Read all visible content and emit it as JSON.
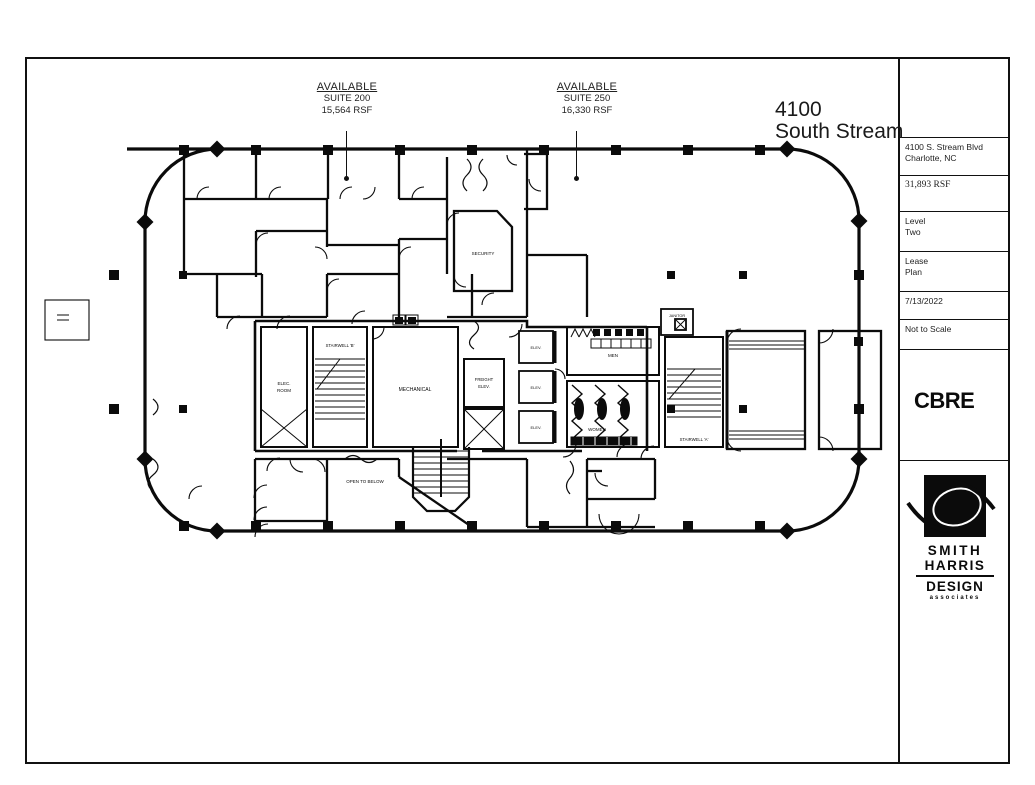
{
  "sheet": {
    "project_name_line1": "4100",
    "project_name_line2": "South Stream",
    "address_line1": "4100 S. Stream Blvd",
    "address_line2": "Charlotte, NC",
    "total_rsf": "31,893 RSF",
    "level_line1": "Level",
    "level_line2": "Two",
    "plan_type_line1": "Lease",
    "plan_type_line2": "Plan",
    "date": "7/13/2022",
    "scale": "Not to Scale",
    "broker_logo": "CBRE",
    "designer_logo_line1": "SMITH",
    "designer_logo_line2": "HARRIS",
    "designer_logo_line3": "DESIGN",
    "designer_logo_line4": "associates"
  },
  "callouts": [
    {
      "status": "AVAILABLE",
      "suite": "SUITE 200",
      "rsf": "15,564 RSF"
    },
    {
      "status": "AVAILABLE",
      "suite": "SUITE 250",
      "rsf": "16,330 RSF"
    }
  ],
  "plan_labels": {
    "security": "SECURITY",
    "elec_room_l1": "ELEC.",
    "elec_room_l2": "ROOM",
    "stairwell_b": "STAIRWELL 'B'",
    "mechanical": "MECHANICAL",
    "freight_elev_l1": "FREIGHT",
    "freight_elev_l2": "ELEV.",
    "elev_1": "ELEV.",
    "elev_2": "ELEV.",
    "elev_3": "ELEV.",
    "men": "MEN",
    "women": "WOMEN",
    "janitor": "JANITOR",
    "stairwell_a": "STAIRWELL 'A'",
    "open_to_below": "OPEN TO BELOW"
  }
}
